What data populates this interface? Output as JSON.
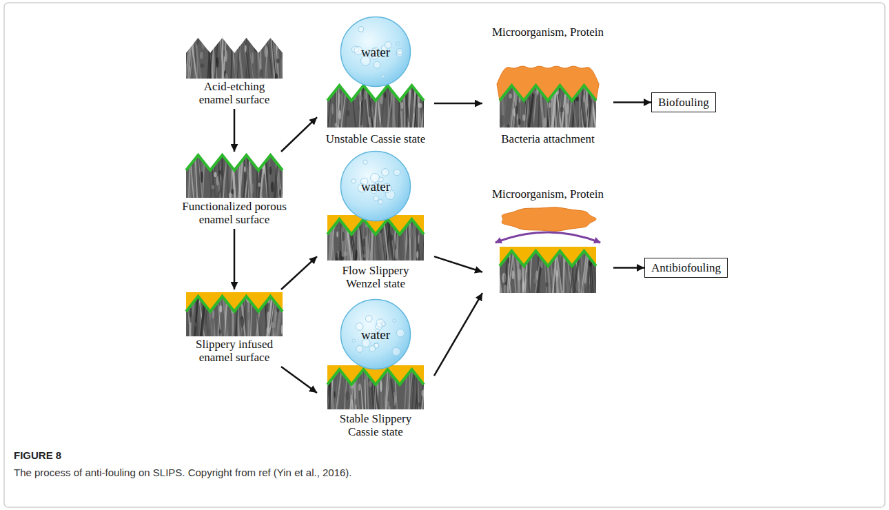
{
  "diagram": {
    "title": "FIGURE 8",
    "caption": "The process of anti-fouling on SLIPS. Copyright from ref (Yin et al., 2016).",
    "nodes": [
      {
        "text": [
          "Acid-etching enamel surface"
        ]
      },
      {
        "text": [
          "Functionalized porous enamel surface"
        ]
      },
      {
        "text": [
          "Slippery infused enamel surface"
        ]
      },
      {
        "text": [
          "Unstable Cassie state"
        ]
      },
      {
        "text": [
          "water"
        ],
        "in": 3
      },
      {
        "text": [
          "Flow Slippery Wenzel state"
        ]
      },
      {
        "text": [
          "water"
        ],
        "in": 5
      },
      {
        "text": [
          "Stable Slippery Cassie state"
        ]
      },
      {
        "text": [
          "water"
        ],
        "in": 7
      },
      {
        "text": [
          "Microorganism, Protein",
          "Bacteria attachment"
        ]
      },
      {
        "text": [
          "Biofouling"
        ]
      },
      {
        "text": [
          "Microorganism, Protein"
        ]
      },
      {
        "text": [
          "Antibiofouling"
        ]
      }
    ],
    "edges": [
      {
        "from": 0,
        "to": 1,
        "arrow": "to"
      },
      {
        "from": 1,
        "to": 3,
        "arrow": "to"
      },
      {
        "from": 1,
        "to": 2,
        "arrow": "to"
      },
      {
        "from": 3,
        "to": 9,
        "arrow": "to"
      },
      {
        "from": 9,
        "to": 10,
        "arrow": "to"
      },
      {
        "from": 2,
        "to": 5,
        "arrow": "to"
      },
      {
        "from": 2,
        "to": 7,
        "arrow": "to"
      },
      {
        "from": 5,
        "to": 11,
        "arrow": "to"
      },
      {
        "from": 7,
        "to": 11,
        "arrow": "to"
      },
      {
        "from": 11,
        "to": 12,
        "arrow": "to"
      }
    ]
  }
}
